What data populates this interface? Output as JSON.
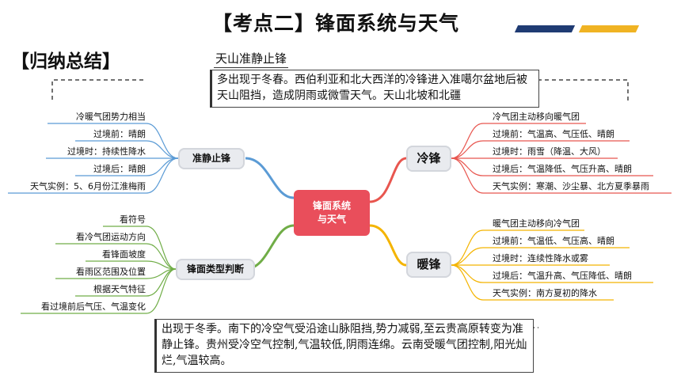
{
  "title": "【考点二】锋面系统与天气",
  "summary_label": "【归纳总结】",
  "tianshan": {
    "label": "天山准静止锋",
    "text": "多出现于冬春。西伯利亚和北大西洋的冷锋进入准噶尔盆地后被天山阻挡，造成阴雨或微雪天气。天山北坡和北疆"
  },
  "bottom_note": "出现于冬季。南下的冷空气受沿途山脉阻挡,势力减弱,至云贵高原转变为准静止锋。贵州受冷空气控制,气温较低,阴雨连绵。云南受暖气团控制,阳光灿烂,气温较高。",
  "center": {
    "line1": "锋面系统",
    "line2": "与天气"
  },
  "quasi_stationary": {
    "label": "准静止锋",
    "items": [
      "冷暖气团势力相当",
      "过境前：晴朗",
      "过境时：持续性降水",
      "过境后：晴朗",
      "天气实例：5、6月份江淮梅雨"
    ]
  },
  "front_judgement": {
    "label": "锋面类型判断",
    "items": [
      "看符号",
      "看冷气团运动方向",
      "看锋面坡度",
      "看雨区范围及位置",
      "根据天气特征",
      "看过境前后气压、气温变化"
    ]
  },
  "cold_front": {
    "label": "冷锋",
    "items": [
      "冷气团主动移向暖气团",
      "过境前：气温高、气压低、晴朗",
      "过境时：雨雪（降温、大风）",
      "过境后：气温降低、气压升高、晴朗",
      "天气实例：寒潮、沙尘暴、北方夏季暴雨"
    ]
  },
  "warm_front": {
    "label": "暖锋",
    "items": [
      "暖气团主动移向冷气团",
      "过境前：气温低、气压高、晴朗",
      "过境时：连续性降水或雾",
      "过境后：气温升高、气压降低、晴朗",
      "天气实例：南方夏初的降水"
    ]
  },
  "colors": {
    "blue_branch": "#5b9bd5",
    "green_branch": "#70ad47",
    "red_branch": "#e8564f",
    "orange_branch": "#f4b400",
    "center": "#e94e5b",
    "deco_blue": "#1f3b73",
    "deco_gold": "#f0b323"
  }
}
